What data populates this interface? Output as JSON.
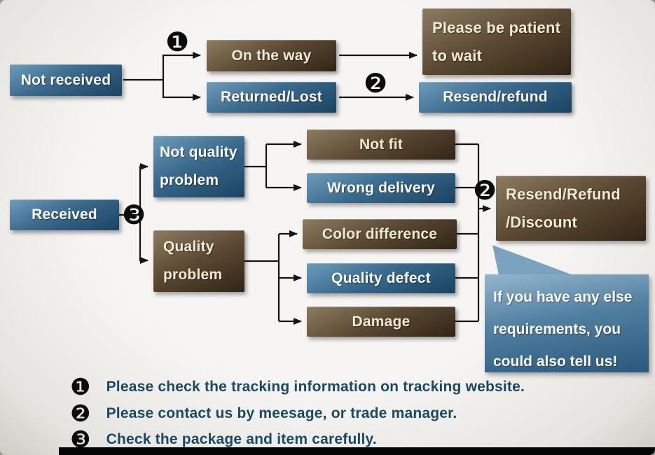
{
  "colors": {
    "blue_box": "#2e5f82",
    "brown_box": "#55432d",
    "bubble_blue": "#4d7fa0",
    "legend_text": "#1a4a63",
    "background": "#f2f1ef",
    "connector": "#141414"
  },
  "nodes": {
    "not_received": {
      "label": "Not received"
    },
    "on_the_way": {
      "label": "On the way"
    },
    "be_patient": {
      "line1": "Please be patient",
      "line2": "to wait"
    },
    "returned_lost": {
      "label": "Returned/Lost"
    },
    "resend_refund": {
      "label": "Resend/refund"
    },
    "received": {
      "label": "Received"
    },
    "not_quality": {
      "line1": "Not quality",
      "line2": "problem"
    },
    "quality": {
      "line1": "Quality",
      "line2": "problem"
    },
    "not_fit": {
      "label": "Not fit"
    },
    "wrong_delivery": {
      "label": "Wrong delivery"
    },
    "color_difference": {
      "label": "Color difference"
    },
    "quality_defect": {
      "label": "Quality defect"
    },
    "damage": {
      "label": "Damage"
    },
    "resend_discount": {
      "line1": "Resend/Refund",
      "line2": "/Discount"
    },
    "bubble": {
      "line1": "If you have any else",
      "line2": "requirements, you",
      "line3": "could also tell us!"
    }
  },
  "markers": {
    "one": "❶",
    "two": "❷",
    "three": "❸"
  },
  "legend": [
    {
      "num": "❶",
      "text": "Please check the tracking information on tracking website."
    },
    {
      "num": "❷",
      "text": "Please contact us by meesage, or trade manager."
    },
    {
      "num": "❸",
      "text": "Check the package and item carefully."
    }
  ]
}
